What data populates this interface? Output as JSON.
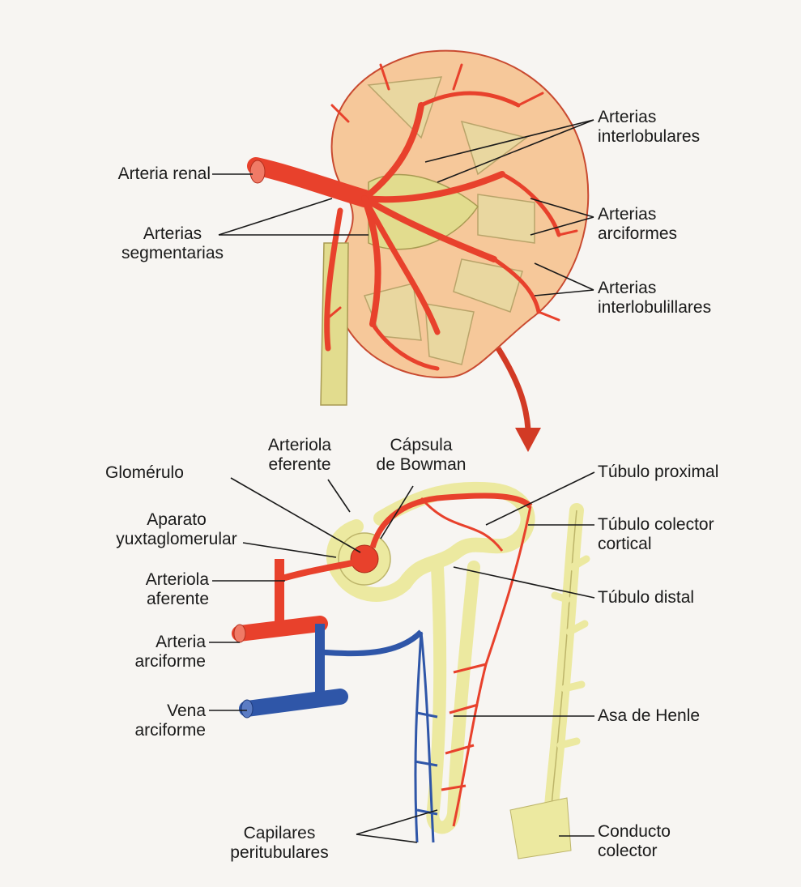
{
  "labels": {
    "arteria_renal": "Arteria renal",
    "arterias_segmentarias": [
      "Arterias",
      "segmentarias"
    ],
    "arterias_interlobulares": [
      "Arterias",
      "interlobulares"
    ],
    "arterias_arciformes": [
      "Arterias",
      "arciformes"
    ],
    "arterias_interlobulillares": [
      "Arterias",
      "interlobulillares"
    ],
    "arteriola_eferente": [
      "Arteriola",
      "eferente"
    ],
    "capsula_bowman": [
      "Cápsula",
      "de Bowman"
    ],
    "glomerulo": "Glomérulo",
    "aparato_yuxtaglomerular": [
      "Aparato",
      "yuxtaglomerular"
    ],
    "arteriola_aferente": [
      "Arteriola",
      "aferente"
    ],
    "arteria_arciforme": [
      "Arteria",
      "arciforme"
    ],
    "vena_arciforme": [
      "Vena",
      "arciforme"
    ],
    "capilares_peritubulares": [
      "Capilares",
      "peritubulares"
    ],
    "tubulo_proximal": "Túbulo proximal",
    "tubulo_colector_cortical": [
      "Túbulo colector",
      "cortical"
    ],
    "tubulo_distal": "Túbulo distal",
    "asa_de_henle": "Asa de Henle",
    "conducto_colector": [
      "Conducto",
      "colector"
    ]
  },
  "colors": {
    "artery": "#e8412c",
    "vein": "#2f56a8",
    "tubule": "#ece9a0",
    "kidney_tissue": "#f6c89a",
    "pyramid": "#e9d7a0",
    "leader": "#1a1a1a"
  }
}
